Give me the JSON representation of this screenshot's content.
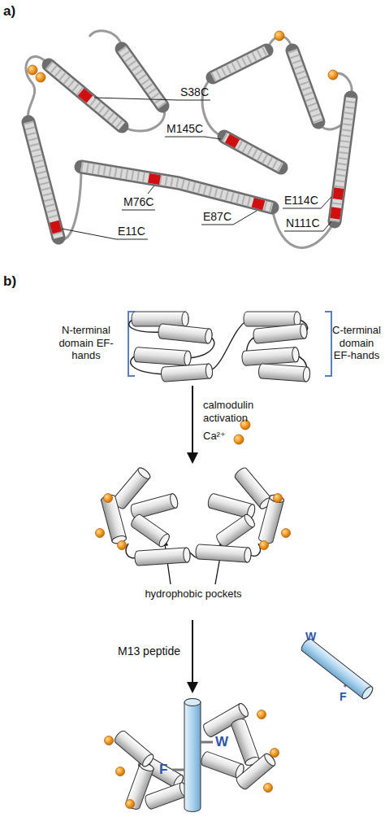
{
  "diagram": {
    "labels": [
      "a)",
      "S38C",
      "M145C",
      "M76C",
      "E87C",
      "E114C",
      "N111C",
      "E11C",
      "b)",
      "N-terminal domain EF-hands",
      "C-terminal domain EF-hands",
      "calmodulin activation",
      "Ca²⁺",
      "hydrophobic pockets",
      "M13 peptide",
      "W",
      "F",
      "W",
      "F"
    ]
  }
}
